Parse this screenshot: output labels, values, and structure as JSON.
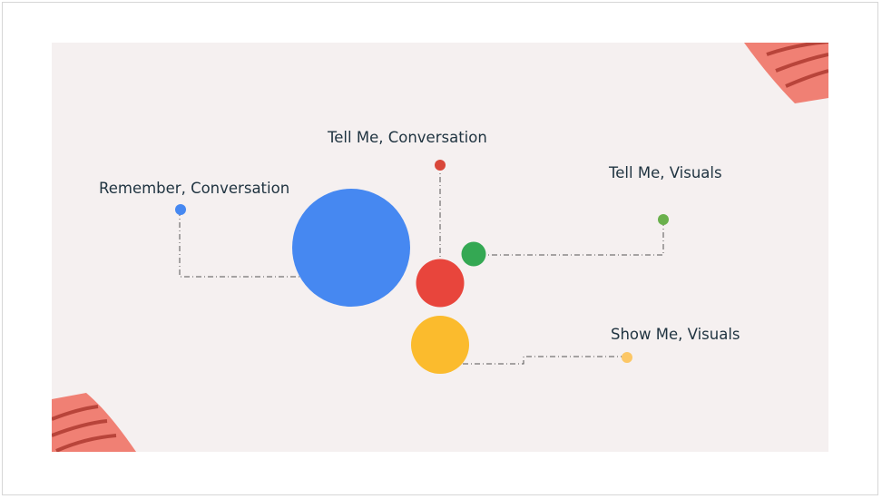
{
  "labels": {
    "remember_conversation": "Remember, Conversation",
    "tell_me_conversation": "Tell Me, Conversation",
    "tell_me_visuals": "Tell Me, Visuals",
    "show_me_visuals": "Show Me, Visuals"
  },
  "colors": {
    "blue": "#4688f1",
    "red": "#e8453c",
    "green": "#34a853",
    "yellow": "#fbbb2d",
    "leaf": "#f08074",
    "leaf_vein": "#b8443a",
    "connector": "#555555",
    "text": "#1f3340",
    "slide_bg": "#f5f0f0"
  }
}
